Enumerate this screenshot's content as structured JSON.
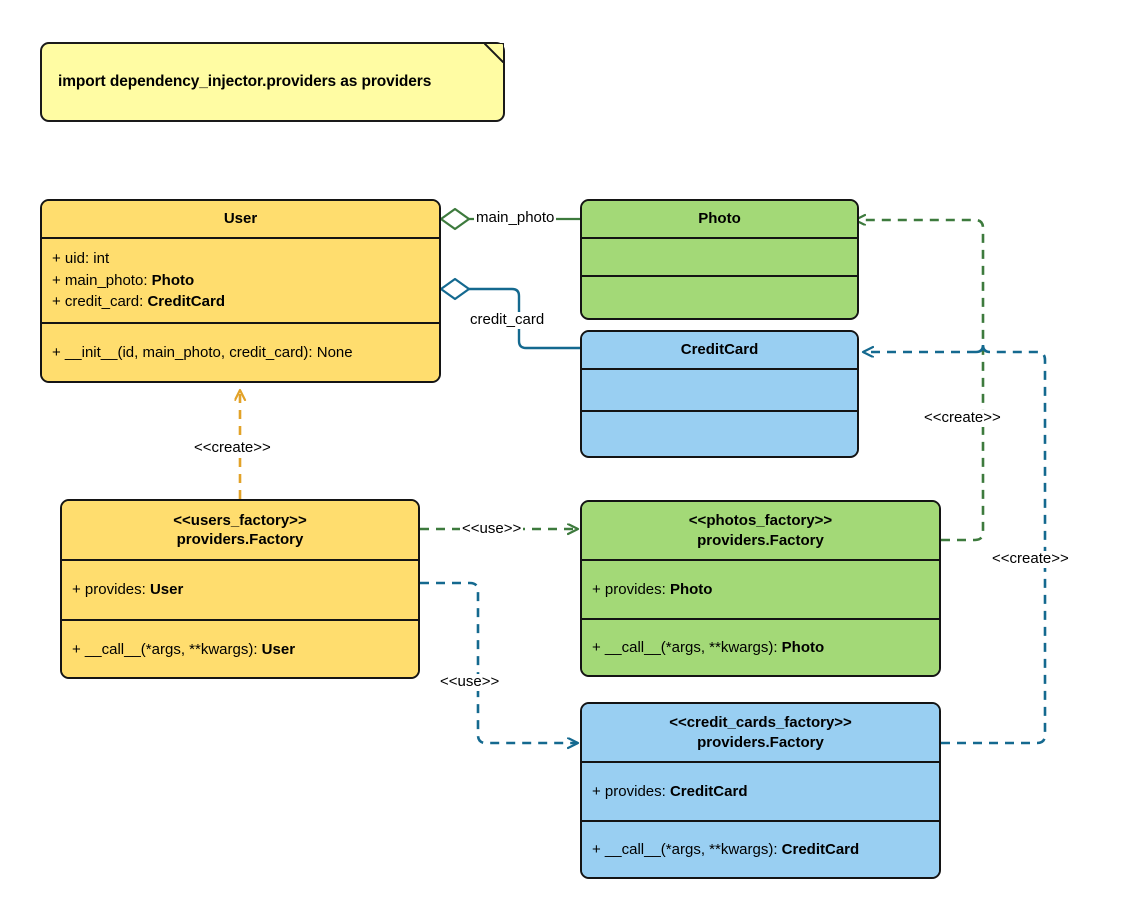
{
  "diagram": {
    "type": "uml-class-diagram",
    "title": "Dependency Injector Factory providers UML class diagram",
    "background_color": "#ffffff"
  },
  "note": {
    "name": "import-note",
    "text": "import dependency_injector.providers as providers",
    "fill_color": "#fffca3"
  },
  "colors": {
    "yellow": "#ffdd6e",
    "green": "#a3d977",
    "blue": "#99cff2",
    "note_yellow": "#fffca3",
    "outline": "#141414",
    "edge_green": "#3d7a3d",
    "edge_blue": "#14698f",
    "edge_orange": "#e2a228"
  },
  "classes": [
    {
      "id": "user",
      "name": "User",
      "stereotype": "",
      "fill": "#ffdd6e",
      "attributes": [
        {
          "text": "+ uid: int",
          "plain": "+ uid: ",
          "bold": ""
        },
        {
          "text": "+ main_photo: Photo",
          "plain": "+ main_photo: ",
          "bold": "Photo"
        },
        {
          "text": "+ credit_card: CreditCard",
          "plain": "+ credit_card: ",
          "bold": "CreditCard"
        }
      ],
      "methods": [
        {
          "text": "+ __init__(id, main_photo, credit_card): None",
          "plain": "+ __init__(id, main_photo, credit_card): None",
          "bold": ""
        }
      ]
    },
    {
      "id": "photo",
      "name": "Photo",
      "stereotype": "",
      "fill": "#a3d977",
      "attributes": [],
      "methods": []
    },
    {
      "id": "credit_card",
      "name": "CreditCard",
      "stereotype": "",
      "fill": "#99cff2",
      "attributes": [],
      "methods": []
    },
    {
      "id": "users_factory",
      "name": "providers.Factory",
      "stereotype": "<<users_factory>>",
      "fill": "#ffdd6e",
      "attributes": [
        {
          "text": "+ provides: User",
          "plain": "+ provides: ",
          "bold": "User"
        }
      ],
      "methods": [
        {
          "text": "+ __call__(*args, **kwargs): User",
          "plain": "+ __call__(*args, **kwargs): ",
          "bold": "User"
        }
      ]
    },
    {
      "id": "photos_factory",
      "name": "providers.Factory",
      "stereotype": "<<photos_factory>>",
      "fill": "#a3d977",
      "attributes": [
        {
          "text": "+ provides: Photo",
          "plain": "+ provides: ",
          "bold": "Photo"
        }
      ],
      "methods": [
        {
          "text": "+ __call__(*args, **kwargs): Photo",
          "plain": "+ __call__(*args, **kwargs): ",
          "bold": "Photo"
        }
      ]
    },
    {
      "id": "credit_cards_factory",
      "name": "providers.Factory",
      "stereotype": "<<credit_cards_factory>>",
      "fill": "#99cff2",
      "attributes": [
        {
          "text": "+ provides: CreditCard",
          "plain": "+ provides: ",
          "bold": "CreditCard"
        }
      ],
      "methods": [
        {
          "text": "+ __call__(*args, **kwargs): CreditCard",
          "plain": "+ __call__(*args, **kwargs): ",
          "bold": "CreditCard"
        }
      ]
    }
  ],
  "edges": [
    {
      "id": "user-main-photo",
      "from": "user",
      "to": "photo",
      "relation": "aggregation",
      "label": "main_photo",
      "style": "solid",
      "color": "#3d7a3d"
    },
    {
      "id": "user-credit-card",
      "from": "user",
      "to": "credit_card",
      "relation": "aggregation",
      "label": "credit_card",
      "style": "solid",
      "color": "#14698f"
    },
    {
      "id": "users-factory-creates-user",
      "from": "users_factory",
      "to": "user",
      "relation": "dependency",
      "label": "<<create>>",
      "style": "dashed",
      "color": "#e2a228"
    },
    {
      "id": "users-factory-uses-photos-factory",
      "from": "users_factory",
      "to": "photos_factory",
      "relation": "dependency",
      "label": "<<use>>",
      "style": "dashed",
      "color": "#3d7a3d"
    },
    {
      "id": "users-factory-uses-credit-cards-factory",
      "from": "users_factory",
      "to": "credit_cards_factory",
      "relation": "dependency",
      "label": "<<use>>",
      "style": "dashed",
      "color": "#14698f"
    },
    {
      "id": "photos-factory-creates-photo",
      "from": "photos_factory",
      "to": "photo",
      "relation": "dependency",
      "label": "<<create>>",
      "style": "dashed",
      "color": "#3d7a3d"
    },
    {
      "id": "credit-cards-factory-creates-credit-card",
      "from": "credit_cards_factory",
      "to": "credit_card",
      "relation": "dependency",
      "label": "<<create>>",
      "style": "dashed",
      "color": "#14698f"
    }
  ],
  "edge_labels": {
    "main_photo": "main_photo",
    "credit_card": "credit_card",
    "create_user": "<<create>>",
    "use_photos": "<<use>>",
    "use_credit_cards": "<<use>>",
    "create_photo": "<<create>>",
    "create_credit_card": "<<create>>"
  }
}
